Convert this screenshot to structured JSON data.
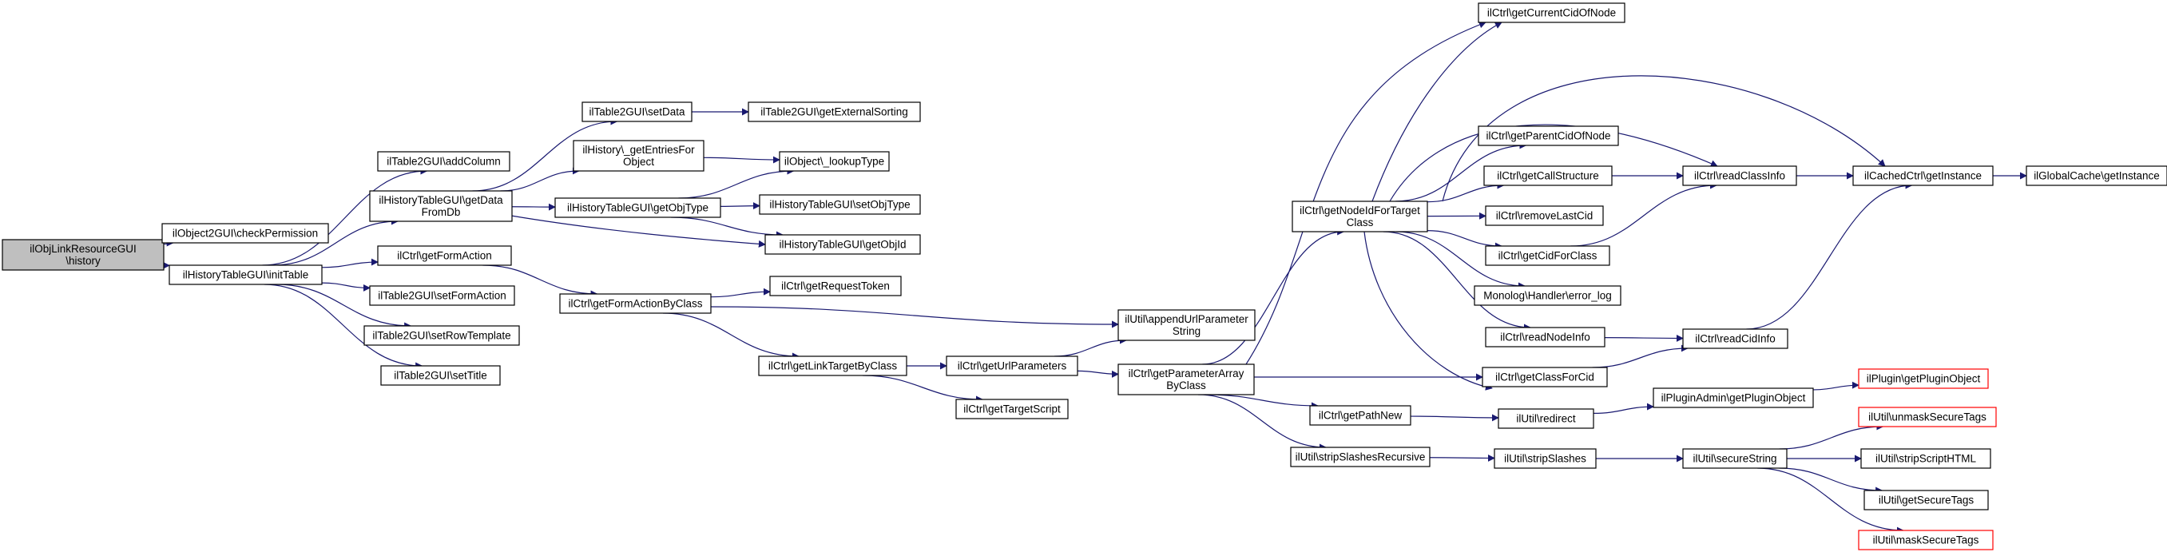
{
  "colors": {
    "edge": "#191970",
    "node_border": "#000000",
    "node_fill": "#ffffff",
    "root_fill": "#bfbfbf",
    "truncated_border": "#ff0000"
  },
  "nodes": [
    {
      "id": "root",
      "lines": [
        "ilObjLinkResourceGUI",
        "\\history"
      ],
      "style": "root"
    },
    {
      "id": "n_checkPerm",
      "lines": [
        "ilObject2GUI\\checkPermission"
      ]
    },
    {
      "id": "n_initTable",
      "lines": [
        "ilHistoryTableGUI\\initTable"
      ]
    },
    {
      "id": "n_addColumn",
      "lines": [
        "ilTable2GUI\\addColumn"
      ]
    },
    {
      "id": "n_getDataFromDb",
      "lines": [
        "ilHistoryTableGUI\\getData",
        "FromDb"
      ]
    },
    {
      "id": "n_getFormAction",
      "lines": [
        "ilCtrl\\getFormAction"
      ]
    },
    {
      "id": "n_setFormAction",
      "lines": [
        "ilTable2GUI\\setFormAction"
      ]
    },
    {
      "id": "n_setRowTemplate",
      "lines": [
        "ilTable2GUI\\setRowTemplate"
      ]
    },
    {
      "id": "n_setTitle",
      "lines": [
        "ilTable2GUI\\setTitle"
      ]
    },
    {
      "id": "n_setData",
      "lines": [
        "ilTable2GUI\\setData"
      ]
    },
    {
      "id": "n_getEntriesForObject",
      "lines": [
        "ilHistory\\_getEntriesFor",
        "Object"
      ]
    },
    {
      "id": "n_getObjType",
      "lines": [
        "ilHistoryTableGUI\\getObjType"
      ]
    },
    {
      "id": "n_getExternalSorting",
      "lines": [
        "ilTable2GUI\\getExternalSorting"
      ]
    },
    {
      "id": "n_lookupType",
      "lines": [
        "ilObject\\_lookupType"
      ]
    },
    {
      "id": "n_setObjType",
      "lines": [
        "ilHistoryTableGUI\\setObjType"
      ]
    },
    {
      "id": "n_getObjId",
      "lines": [
        "ilHistoryTableGUI\\getObjId"
      ]
    },
    {
      "id": "n_getFormActionByClass",
      "lines": [
        "ilCtrl\\getFormActionByClass"
      ]
    },
    {
      "id": "n_getRequestToken",
      "lines": [
        "ilCtrl\\getRequestToken"
      ]
    },
    {
      "id": "n_appendUrlParameterString",
      "lines": [
        "ilUtil\\appendUrlParameter",
        "String"
      ]
    },
    {
      "id": "n_getLinkTargetByClass",
      "lines": [
        "ilCtrl\\getLinkTargetByClass"
      ]
    },
    {
      "id": "n_getUrlParameters",
      "lines": [
        "ilCtrl\\getUrlParameters"
      ]
    },
    {
      "id": "n_getTargetScript",
      "lines": [
        "ilCtrl\\getTargetScript"
      ]
    },
    {
      "id": "n_getParameterArrayByClass",
      "lines": [
        "ilCtrl\\getParameterArray",
        "ByClass"
      ]
    },
    {
      "id": "n_getNodeIdForTargetClass",
      "lines": [
        "ilCtrl\\getNodeIdForTarget",
        "Class"
      ]
    },
    {
      "id": "n_getPathNew",
      "lines": [
        "ilCtrl\\getPathNew"
      ]
    },
    {
      "id": "n_stripSlashesRecursive",
      "lines": [
        "ilUtil\\stripSlashesRecursive"
      ]
    },
    {
      "id": "n_getCurrentCidOfNode",
      "lines": [
        "ilCtrl\\getCurrentCidOfNode"
      ]
    },
    {
      "id": "n_getParentCidOfNode",
      "lines": [
        "ilCtrl\\getParentCidOfNode"
      ]
    },
    {
      "id": "n_getCallStructure",
      "lines": [
        "ilCtrl\\getCallStructure"
      ]
    },
    {
      "id": "n_removeLastCid",
      "lines": [
        "ilCtrl\\removeLastCid"
      ]
    },
    {
      "id": "n_getCidForClass",
      "lines": [
        "ilCtrl\\getCidForClass"
      ]
    },
    {
      "id": "n_errorLog",
      "lines": [
        "Monolog\\Handler\\error_log"
      ]
    },
    {
      "id": "n_readNodeInfo",
      "lines": [
        "ilCtrl\\readNodeInfo"
      ]
    },
    {
      "id": "n_getClassForCid",
      "lines": [
        "ilCtrl\\getClassForCid"
      ]
    },
    {
      "id": "n_redirect",
      "lines": [
        "ilUtil\\redirect"
      ]
    },
    {
      "id": "n_stripSlashes",
      "lines": [
        "ilUtil\\stripSlashes"
      ]
    },
    {
      "id": "n_readClassInfo",
      "lines": [
        "ilCtrl\\readClassInfo"
      ]
    },
    {
      "id": "n_readCidInfo",
      "lines": [
        "ilCtrl\\readCidInfo"
      ]
    },
    {
      "id": "n_getPluginObjectAdmin",
      "lines": [
        "ilPluginAdmin\\getPluginObject"
      ]
    },
    {
      "id": "n_secureString",
      "lines": [
        "ilUtil\\secureString"
      ]
    },
    {
      "id": "n_cachedGetInstance",
      "lines": [
        "ilCachedCtrl\\getInstance"
      ]
    },
    {
      "id": "n_globalCacheGetInstance",
      "lines": [
        "ilGlobalCache\\getInstance"
      ]
    },
    {
      "id": "n_pluginGetPluginObject",
      "lines": [
        "ilPlugin\\getPluginObject"
      ],
      "style": "truncated"
    },
    {
      "id": "n_unmaskSecureTags",
      "lines": [
        "ilUtil\\unmaskSecureTags"
      ],
      "style": "truncated"
    },
    {
      "id": "n_stripScriptHTML",
      "lines": [
        "ilUtil\\stripScriptHTML"
      ]
    },
    {
      "id": "n_getSecureTags",
      "lines": [
        "ilUtil\\getSecureTags"
      ]
    },
    {
      "id": "n_maskSecureTags",
      "lines": [
        "ilUtil\\maskSecureTags"
      ],
      "style": "truncated"
    }
  ],
  "edges": [
    [
      "root",
      "n_checkPerm"
    ],
    [
      "root",
      "n_initTable"
    ],
    [
      "n_initTable",
      "n_addColumn"
    ],
    [
      "n_initTable",
      "n_getDataFromDb"
    ],
    [
      "n_initTable",
      "n_getFormAction"
    ],
    [
      "n_initTable",
      "n_setFormAction"
    ],
    [
      "n_initTable",
      "n_setRowTemplate"
    ],
    [
      "n_initTable",
      "n_setTitle"
    ],
    [
      "n_getDataFromDb",
      "n_setData"
    ],
    [
      "n_getDataFromDb",
      "n_getEntriesForObject"
    ],
    [
      "n_getDataFromDb",
      "n_getObjType"
    ],
    [
      "n_getDataFromDb",
      "n_getObjId"
    ],
    [
      "n_setData",
      "n_getExternalSorting"
    ],
    [
      "n_getEntriesForObject",
      "n_lookupType"
    ],
    [
      "n_getObjType",
      "n_lookupType"
    ],
    [
      "n_getObjType",
      "n_setObjType"
    ],
    [
      "n_getObjType",
      "n_getObjId"
    ],
    [
      "n_getFormAction",
      "n_getFormActionByClass"
    ],
    [
      "n_getFormActionByClass",
      "n_getRequestToken"
    ],
    [
      "n_getFormActionByClass",
      "n_appendUrlParameterString"
    ],
    [
      "n_getFormActionByClass",
      "n_getLinkTargetByClass"
    ],
    [
      "n_getLinkTargetByClass",
      "n_getUrlParameters"
    ],
    [
      "n_getLinkTargetByClass",
      "n_getTargetScript"
    ],
    [
      "n_getUrlParameters",
      "n_appendUrlParameterString"
    ],
    [
      "n_getUrlParameters",
      "n_getParameterArrayByClass"
    ],
    [
      "n_getParameterArrayByClass",
      "n_getCurrentCidOfNode"
    ],
    [
      "n_getParameterArrayByClass",
      "n_getNodeIdForTargetClass"
    ],
    [
      "n_getParameterArrayByClass",
      "n_getClassForCid"
    ],
    [
      "n_getParameterArrayByClass",
      "n_getPathNew"
    ],
    [
      "n_getParameterArrayByClass",
      "n_stripSlashesRecursive"
    ],
    [
      "n_getNodeIdForTargetClass",
      "n_getCurrentCidOfNode"
    ],
    [
      "n_getNodeIdForTargetClass",
      "n_getParentCidOfNode"
    ],
    [
      "n_getNodeIdForTargetClass",
      "n_getCallStructure"
    ],
    [
      "n_getNodeIdForTargetClass",
      "n_removeLastCid"
    ],
    [
      "n_getNodeIdForTargetClass",
      "n_getCidForClass"
    ],
    [
      "n_getNodeIdForTargetClass",
      "n_errorLog"
    ],
    [
      "n_getNodeIdForTargetClass",
      "n_readNodeInfo"
    ],
    [
      "n_getNodeIdForTargetClass",
      "n_getClassForCid"
    ],
    [
      "n_getNodeIdForTargetClass",
      "n_readClassInfo"
    ],
    [
      "n_getNodeIdForTargetClass",
      "n_cachedGetInstance"
    ],
    [
      "n_getCallStructure",
      "n_readClassInfo"
    ],
    [
      "n_getCidForClass",
      "n_readClassInfo"
    ],
    [
      "n_readClassInfo",
      "n_cachedGetInstance"
    ],
    [
      "n_readNodeInfo",
      "n_readCidInfo"
    ],
    [
      "n_getClassForCid",
      "n_readCidInfo"
    ],
    [
      "n_readCidInfo",
      "n_cachedGetInstance"
    ],
    [
      "n_cachedGetInstance",
      "n_globalCacheGetInstance"
    ],
    [
      "n_getPathNew",
      "n_redirect"
    ],
    [
      "n_redirect",
      "n_getPluginObjectAdmin"
    ],
    [
      "n_getPluginObjectAdmin",
      "n_pluginGetPluginObject"
    ],
    [
      "n_stripSlashesRecursive",
      "n_stripSlashes"
    ],
    [
      "n_stripSlashes",
      "n_secureString"
    ],
    [
      "n_secureString",
      "n_unmaskSecureTags"
    ],
    [
      "n_secureString",
      "n_stripScriptHTML"
    ],
    [
      "n_secureString",
      "n_getSecureTags"
    ],
    [
      "n_secureString",
      "n_maskSecureTags"
    ]
  ]
}
